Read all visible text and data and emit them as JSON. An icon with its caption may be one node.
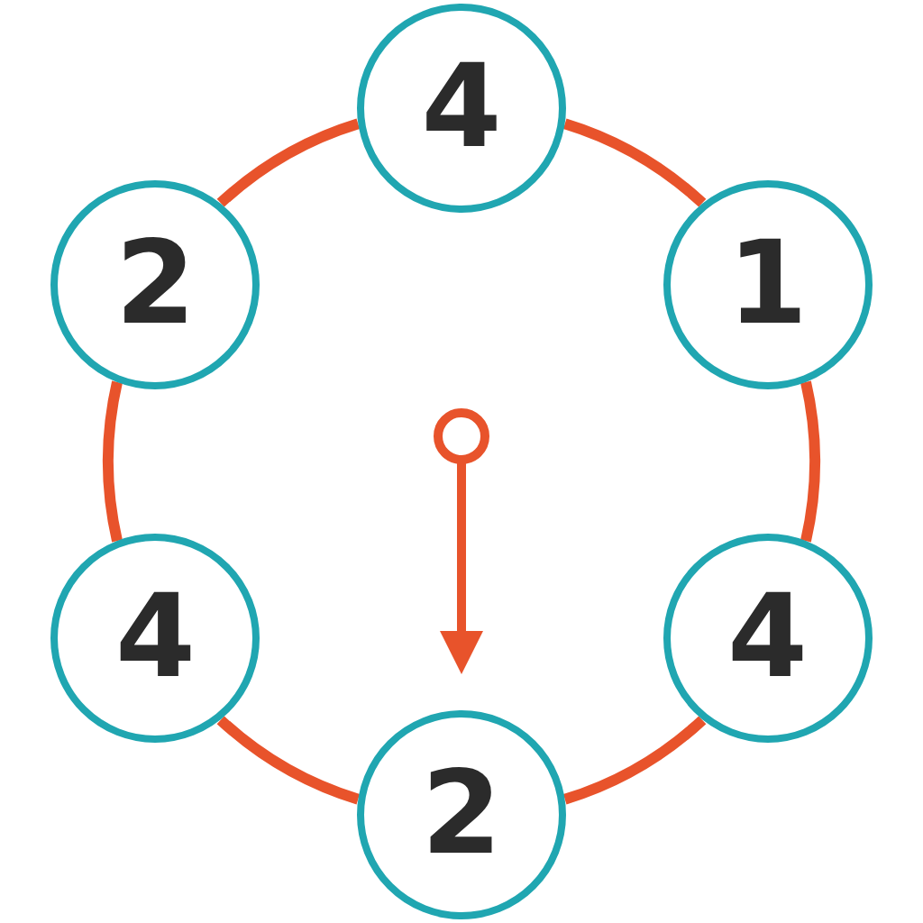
{
  "diagram": {
    "nodes": [
      {
        "text": [
          "4"
        ]
      },
      {
        "text": [
          "2"
        ]
      },
      {
        "text": [
          "1"
        ]
      },
      {
        "text": [
          "4"
        ]
      },
      {
        "text": [
          "4"
        ]
      },
      {
        "text": [
          "2"
        ]
      }
    ],
    "edges": [
      {
        "from": 0,
        "to": 2,
        "arrow": "none"
      },
      {
        "from": 2,
        "to": 4,
        "arrow": "none"
      },
      {
        "from": 4,
        "to": 5,
        "arrow": "none"
      },
      {
        "from": 5,
        "to": 3,
        "arrow": "none"
      },
      {
        "from": 3,
        "to": 1,
        "arrow": "none"
      },
      {
        "from": 1,
        "to": 0,
        "arrow": "none"
      }
    ]
  }
}
